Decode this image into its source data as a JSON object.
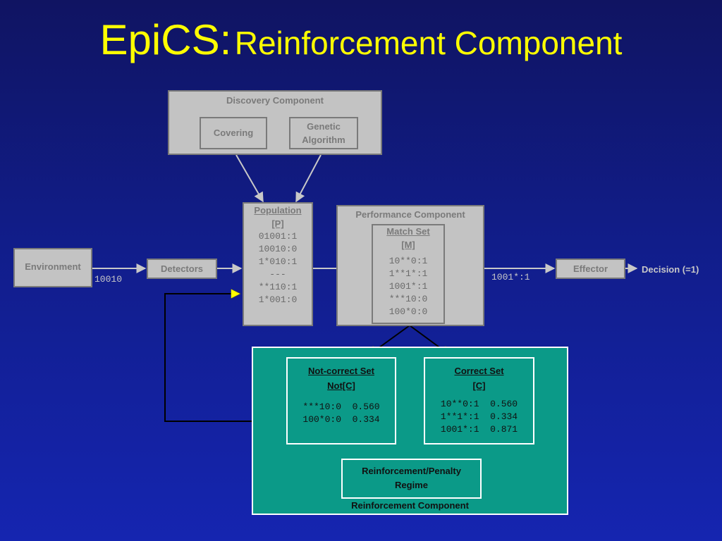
{
  "title": {
    "main": "EpiCS:",
    "sub": "Reinforcement Component"
  },
  "discovery": {
    "label": "Discovery Component",
    "covering": "Covering",
    "ga_line1": "Genetic",
    "ga_line2": "Algorithm"
  },
  "population": {
    "label_line1": "Population",
    "label_line2": "[P]",
    "rules": "01001:1\n10010:0\n1*010:1\n---\n**110:1\n1*001:0"
  },
  "environment": {
    "label": "Environment",
    "input": "10010"
  },
  "detectors": {
    "label": "Detectors"
  },
  "performance": {
    "label": "Performance Component",
    "match_line1": "Match Set",
    "match_line2": "[M]",
    "rules": "10**0:1\n1**1*:1\n1001*:1\n***10:0\n100*0:0"
  },
  "effector": {
    "label": "Effector",
    "action": "1001*:1",
    "decision": "Decision (=1)"
  },
  "reinforcement": {
    "label": "Reinforcement Component",
    "not_correct": {
      "label_line1": "Not-correct Set",
      "label_line2": "Not[C]",
      "rules": "***10:0  0.560\n100*0:0  0.334"
    },
    "correct": {
      "label_line1": "Correct Set",
      "label_line2": "[C]",
      "rules": "10**0:1  0.560\n1**1*:1  0.334\n1001*:1  0.871"
    },
    "regime": {
      "line1": "Reinforcement/Penalty",
      "line2": "Regime"
    }
  },
  "colors": {
    "background": "#111d8a",
    "title": "#ffff00",
    "box_fill": "#c3c3c3",
    "box_border": "#7a7a7a",
    "teal": "#0b9a88",
    "arrow_head": "#ffff00"
  }
}
